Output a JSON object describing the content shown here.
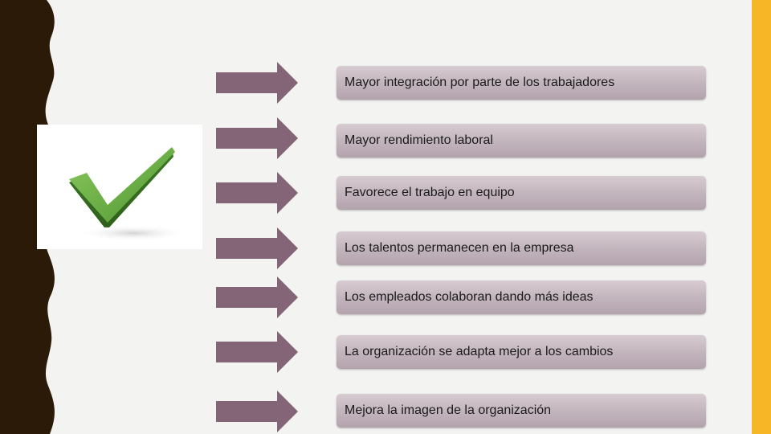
{
  "colors": {
    "background": "#f3f3f1",
    "left_border": "#2b1a08",
    "right_accent": "#f6b726",
    "arrow": "#846578",
    "box_top": "#d7ccd2",
    "box_bottom": "#b3a3ad",
    "checkmark": "#5aa13b"
  },
  "icons": {
    "check_image": "green-checkmark-icon",
    "arrow": "right-arrow-icon"
  },
  "items": [
    {
      "label": "Mayor integración por parte de los trabajadores"
    },
    {
      "label": "Mayor rendimiento laboral"
    },
    {
      "label": "Favorece el trabajo en equipo"
    },
    {
      "label": "Los talentos permanecen en la empresa"
    },
    {
      "label": "Los empleados colaboran dando más ideas"
    },
    {
      "label": "La organización se adapta mejor a los cambios"
    },
    {
      "label": "Mejora la imagen de la organización"
    }
  ]
}
